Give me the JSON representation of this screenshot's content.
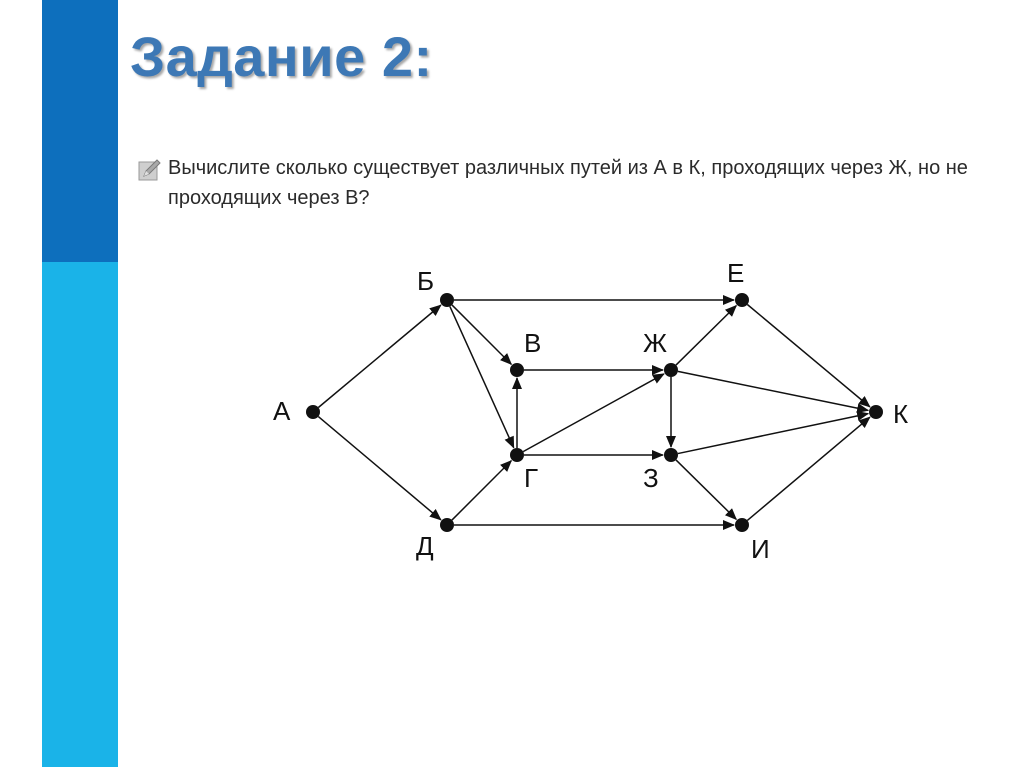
{
  "slide": {
    "title": "Задание 2:",
    "task_text": "Вычислите сколько существует различных путей из А в К, проходящих через Ж, но не проходящих через В?",
    "icons": [
      "pencil-icon"
    ],
    "colors": {
      "sidebar_dark": "#0d6fbd",
      "sidebar_light": "#1ab3e8",
      "title": "#3d78b5"
    }
  },
  "graph": {
    "nodes": [
      {
        "id": "A",
        "label": "А"
      },
      {
        "id": "B",
        "label": "Б"
      },
      {
        "id": "V",
        "label": "В"
      },
      {
        "id": "G",
        "label": "Г"
      },
      {
        "id": "D",
        "label": "Д"
      },
      {
        "id": "E",
        "label": "Е"
      },
      {
        "id": "Zh",
        "label": "Ж"
      },
      {
        "id": "Z",
        "label": "З"
      },
      {
        "id": "I",
        "label": "И"
      },
      {
        "id": "K",
        "label": "К"
      }
    ],
    "edges": [
      {
        "from": "A",
        "to": "B"
      },
      {
        "from": "A",
        "to": "D"
      },
      {
        "from": "B",
        "to": "E"
      },
      {
        "from": "B",
        "to": "V"
      },
      {
        "from": "B",
        "to": "G"
      },
      {
        "from": "D",
        "to": "G"
      },
      {
        "from": "D",
        "to": "I"
      },
      {
        "from": "G",
        "to": "V"
      },
      {
        "from": "G",
        "to": "Zh"
      },
      {
        "from": "G",
        "to": "Z"
      },
      {
        "from": "V",
        "to": "Zh"
      },
      {
        "from": "Zh",
        "to": "E"
      },
      {
        "from": "Zh",
        "to": "K"
      },
      {
        "from": "Zh",
        "to": "Z"
      },
      {
        "from": "E",
        "to": "K"
      },
      {
        "from": "Z",
        "to": "K"
      },
      {
        "from": "Z",
        "to": "I"
      },
      {
        "from": "I",
        "to": "K"
      }
    ]
  }
}
